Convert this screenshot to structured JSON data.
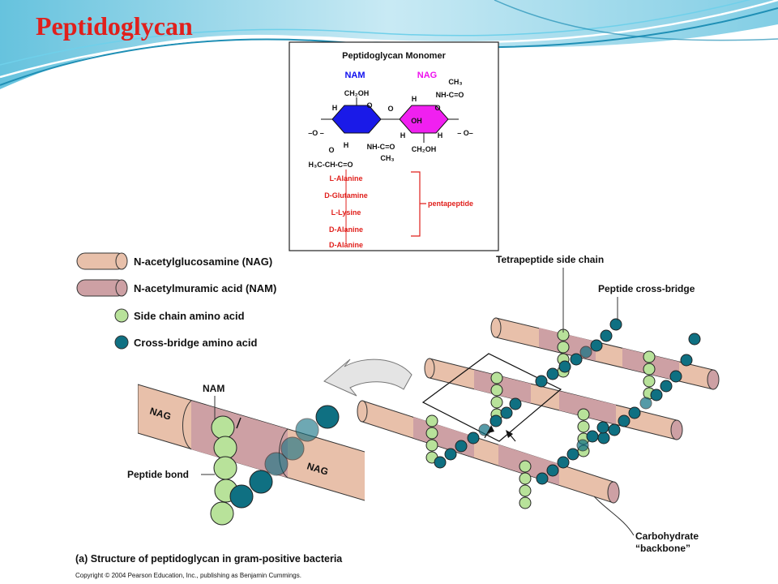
{
  "slide": {
    "title": "Peptidoglycan"
  },
  "monomer": {
    "title": "Peptidoglycan Monomer",
    "nam_label": "NAM",
    "nag_label": "NAG",
    "groups": {
      "ch2oh_top": "CH₂OH",
      "ch3_top": "CH₃",
      "nh_co_top": "NH-C=O",
      "h": "H",
      "o": "O",
      "oh": "OH",
      "nh_co_bottom": "NH-C=O",
      "ch3_bottom": "CH₃",
      "ch2oh_bottom": "CH₂OH",
      "lactyl": "H₃C-CH-C=O",
      "bond_left": "–O –",
      "bond_right": "– O–"
    },
    "amino_acids": [
      "L-Alanine",
      "D-Glutamine",
      "L-Lysine",
      "D-Alanine",
      "D-Alanine"
    ],
    "pentapeptide_label": "pentapeptide",
    "colors": {
      "nam": "#1010ee",
      "nag": "#ee10ee",
      "red": "#e0201c"
    }
  },
  "legend": [
    {
      "text": "N-acetylglucosamine (NAG)",
      "symbol": "cylinder-nag"
    },
    {
      "text": "N-acetylmuramic acid (NAM)",
      "symbol": "cylinder-nam"
    },
    {
      "text": "Side chain amino acid",
      "symbol": "circle-light-green"
    },
    {
      "text": "Cross-bridge amino acid",
      "symbol": "circle-teal"
    }
  ],
  "labels": {
    "tetrapeptide": "Tetrapeptide side chain",
    "cross_bridge": "Peptide cross-bridge",
    "nam": "NAM",
    "peptide_bond": "Peptide bond",
    "nag_1": "NAG",
    "nag_2": "NAG",
    "carbohydrate_1": "Carbohydrate",
    "carbohydrate_2": "“backbone”"
  },
  "caption": {
    "letter": "(a)",
    "text": "Structure of peptidoglycan in gram-positive bacteria"
  },
  "copyright": "Copyright © 2004 Pearson Education, Inc., publishing as Benjamin Cummings.",
  "colors": {
    "nag": "#e8c0aa",
    "nam": "#cda0a4",
    "side_chain": "#b8e29a",
    "cross_bridge": "#0f7082",
    "title": "#e0201c"
  }
}
